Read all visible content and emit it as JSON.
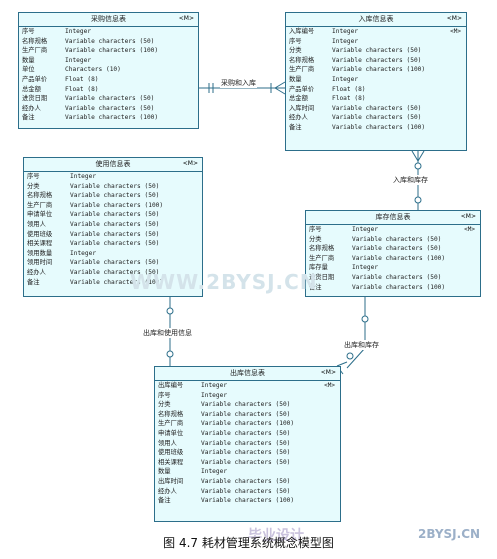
{
  "entities": [
    {
      "id": "purchase",
      "title": "采购信息表",
      "tag": "<M>",
      "attrs": [
        [
          "序号",
          "Integer",
          ""
        ],
        [
          "名称规格",
          "Variable characters (50)",
          ""
        ],
        [
          "生产厂商",
          "Variable characters (100)",
          ""
        ],
        [
          "数量",
          "Integer",
          ""
        ],
        [
          "单位",
          "Characters (10)",
          ""
        ],
        [
          "产品单价",
          "Float (8)",
          ""
        ],
        [
          "总金额",
          "Float (8)",
          ""
        ],
        [
          "进货日期",
          "Variable characters (50)",
          ""
        ],
        [
          "经办人",
          "Variable characters (50)",
          ""
        ],
        [
          "备注",
          "Variable characters (100)",
          ""
        ]
      ]
    },
    {
      "id": "inbound",
      "title": "入库信息表",
      "tag": "<M>",
      "attrs": [
        [
          "入库编号",
          "Integer",
          "<M>"
        ],
        [
          "序号",
          "Integer",
          ""
        ],
        [
          "分类",
          "Variable characters (50)",
          ""
        ],
        [
          "名称规格",
          "Variable characters (50)",
          ""
        ],
        [
          "生产厂商",
          "Variable characters (100)",
          ""
        ],
        [
          "数量",
          "Integer",
          ""
        ],
        [
          "产品单价",
          "Float (8)",
          ""
        ],
        [
          "总金额",
          "Float (8)",
          ""
        ],
        [
          "入库时间",
          "Variable characters (50)",
          ""
        ],
        [
          "经办人",
          "Variable characters (50)",
          ""
        ],
        [
          "备注",
          "Variable characters (100)",
          ""
        ]
      ]
    },
    {
      "id": "usage",
      "title": "使用信息表",
      "tag": "<M>",
      "attrs": [
        [
          "序号",
          "Integer",
          ""
        ],
        [
          "分类",
          "Variable characters (50)",
          ""
        ],
        [
          "名称规格",
          "Variable characters (50)",
          ""
        ],
        [
          "生产厂商",
          "Variable characters (100)",
          ""
        ],
        [
          "申请单位",
          "Variable characters (50)",
          ""
        ],
        [
          "领用人",
          "Variable characters (50)",
          ""
        ],
        [
          "使用班级",
          "Variable characters (50)",
          ""
        ],
        [
          "相关课程",
          "Variable characters (50)",
          ""
        ],
        [
          "领用数量",
          "Integer",
          ""
        ],
        [
          "领用时间",
          "Variable characters (50)",
          ""
        ],
        [
          "经办人",
          "Variable characters (50)",
          ""
        ],
        [
          "备注",
          "Variable characters (100)",
          ""
        ]
      ]
    },
    {
      "id": "stock",
      "title": "库存信息表",
      "tag": "<M>",
      "attrs": [
        [
          "序号",
          "Integer",
          "<M>"
        ],
        [
          "分类",
          "Variable characters (50)",
          ""
        ],
        [
          "名称规格",
          "Variable characters (50)",
          ""
        ],
        [
          "生产厂商",
          "Variable characters (100)",
          ""
        ],
        [
          "库存量",
          "Integer",
          ""
        ],
        [
          "进货日期",
          "Variable characters (50)",
          ""
        ],
        [
          "备注",
          "Variable characters (100)",
          ""
        ]
      ]
    },
    {
      "id": "outbound",
      "title": "出库信息表",
      "tag": "<M>",
      "attrs": [
        [
          "出库编号",
          "Integer",
          "<M>"
        ],
        [
          "序号",
          "Integer",
          ""
        ],
        [
          "分类",
          "Variable characters (50)",
          ""
        ],
        [
          "名称规格",
          "Variable characters (50)",
          ""
        ],
        [
          "生产厂商",
          "Variable characters (100)",
          ""
        ],
        [
          "申请单位",
          "Variable characters (50)",
          ""
        ],
        [
          "领用人",
          "Variable characters (50)",
          ""
        ],
        [
          "使用班级",
          "Variable characters (50)",
          ""
        ],
        [
          "相关课程",
          "Variable characters (50)",
          ""
        ],
        [
          "数量",
          "Integer",
          ""
        ],
        [
          "出库时间",
          "Variable characters (50)",
          ""
        ],
        [
          "经办人",
          "Variable characters (50)",
          ""
        ],
        [
          "备注",
          "Variable characters (100)",
          ""
        ]
      ]
    }
  ],
  "relations": {
    "purchase_inbound": "采购和入库",
    "inbound_stock": "入库和库存",
    "usage_outbound": "出库和使用信息",
    "outbound_stock": "出库和库存"
  },
  "caption": "图 4.7  耗材管理系统概念模型图",
  "watermarks": {
    "center": "WWW.2BYSJ.CN",
    "brand": "毕业设计",
    "site": "2BYSJ.CN"
  },
  "colors": {
    "entity_fill": "#e6fbfd",
    "entity_border": "#2c6e8a",
    "line": "#2c6e8a"
  }
}
